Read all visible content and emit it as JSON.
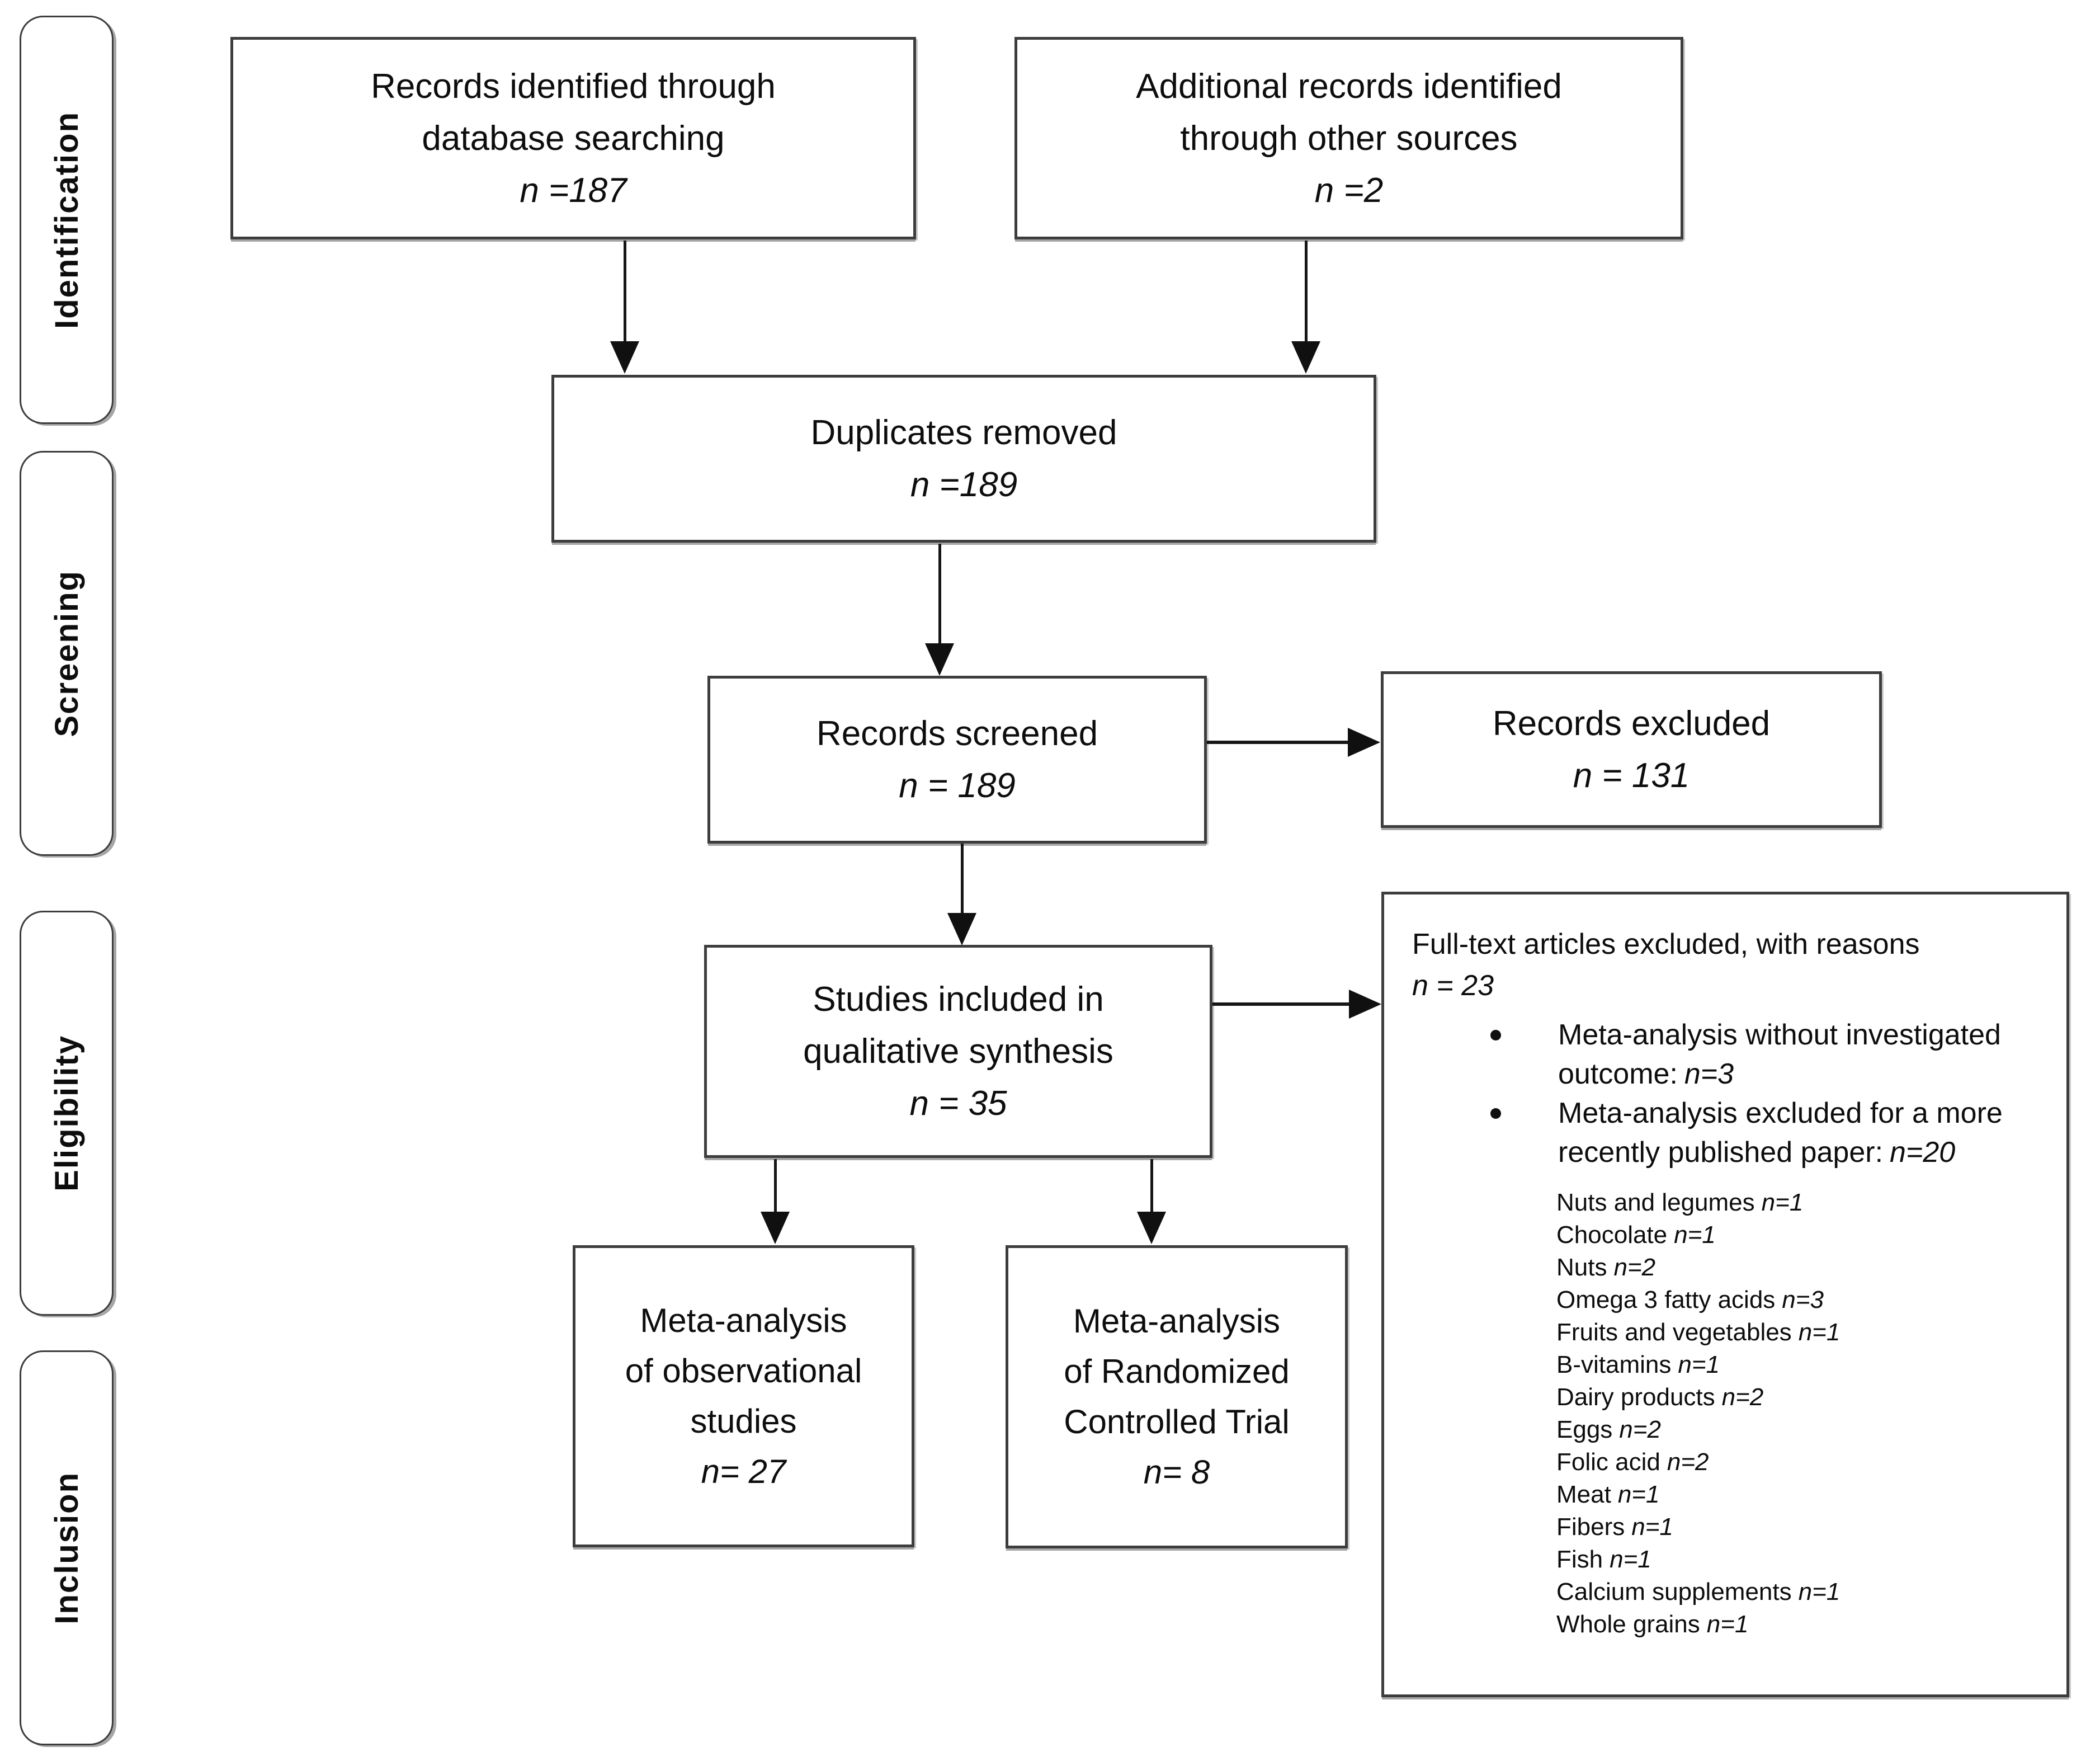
{
  "flow": {
    "stages": [
      {
        "label": "Identification"
      },
      {
        "label": "Screening"
      },
      {
        "label": "Eligibility"
      },
      {
        "label": "Inclusion"
      }
    ],
    "boxes": {
      "records_identified": {
        "line1": "Records identified through",
        "line2": "database searching",
        "n": "n =187"
      },
      "additional_records": {
        "line1": "Additional records identified",
        "line2": "through other sources",
        "n": "n =2"
      },
      "duplicates_removed": {
        "line1": "Duplicates removed",
        "n": "n =189"
      },
      "records_screened": {
        "line1": "Records screened",
        "n": "n = 189"
      },
      "records_excluded": {
        "line1": "Records excluded",
        "n": "n = 131"
      },
      "studies_included": {
        "line1": "Studies included in",
        "line2": "qualitative synthesis",
        "n": "n = 35"
      },
      "meta_observational": {
        "line1": "Meta-analysis",
        "line2": "of observational",
        "line3": "studies",
        "n": "n= 27"
      },
      "meta_rct": {
        "line1": "Meta-analysis",
        "line2": "of Randomized",
        "line3": "Controlled Trial",
        "n": "n= 8"
      },
      "fulltext_excluded": {
        "title": "Full-text articles excluded, with reasons",
        "n": "n = 23",
        "bullets": [
          {
            "line1": "Meta-analysis without investigated",
            "line2_pre": "outcome:",
            "line2_n": "n=3"
          },
          {
            "line1": "Meta-analysis excluded for a more",
            "line2_pre": "recently published paper:",
            "line2_n": "n=20"
          }
        ],
        "reasons": [
          {
            "label": "Nuts and legumes",
            "n": "n=1"
          },
          {
            "label": "Chocolate",
            "n": "n=1"
          },
          {
            "label": "Nuts",
            "n": "n=2"
          },
          {
            "label": "Omega 3 fatty acids",
            "n": "n=3"
          },
          {
            "label": "Fruits and vegetables",
            "n": "n=1"
          },
          {
            "label": "B-vitamins",
            "n": "n=1"
          },
          {
            "label": "Dairy products",
            "n": "n=2"
          },
          {
            "label": "Eggs",
            "n": "n=2"
          },
          {
            "label": "Folic acid",
            "n": "n=2"
          },
          {
            "label": "Meat",
            "n": "n=1"
          },
          {
            "label": "Fibers",
            "n": "n=1"
          },
          {
            "label": "Fish",
            "n": "n=1"
          },
          {
            "label": "Calcium supplements",
            "n": "n=1"
          },
          {
            "label": "Whole grains",
            "n": "n=1"
          }
        ]
      }
    }
  }
}
